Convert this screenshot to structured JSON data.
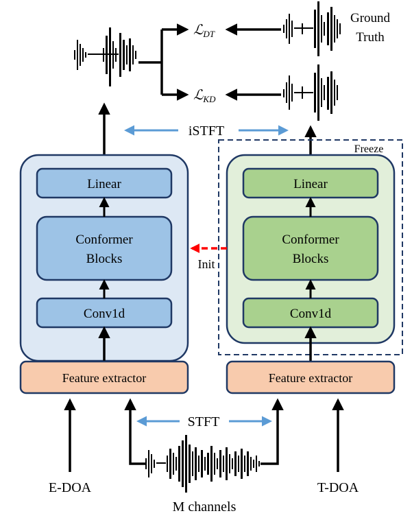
{
  "labels": {
    "istft": "iSTFT",
    "stft": "STFT",
    "freeze": "Freeze",
    "init": "Init",
    "ground_truth_line1": "Ground",
    "ground_truth_line2": "Truth",
    "loss_dt_symbol": "ℒ",
    "loss_dt_sub": "DT",
    "loss_kd_symbol": "ℒ",
    "loss_kd_sub": "KD",
    "e_doa": "E-DOA",
    "t_doa": "T-DOA",
    "m_channels": "M channels"
  },
  "student": {
    "linear": "Linear",
    "conformer_line1": "Conformer",
    "conformer_line2": "Blocks",
    "conv1d": "Conv1d",
    "feature_extractor": "Feature extractor"
  },
  "teacher": {
    "linear": "Linear",
    "conformer_line1": "Conformer",
    "conformer_line2": "Blocks",
    "conv1d": "Conv1d",
    "feature_extractor": "Feature extractor"
  },
  "colors": {
    "student_bg": "#dde8f4",
    "student_block": "#9dc3e6",
    "teacher_bg": "#e2efda",
    "teacher_block": "#a9d18e",
    "feature_fill": "#f8cbad",
    "border": "#1f3864",
    "blue_arrow": "#5b9bd5",
    "red_arrow": "#ff0000"
  }
}
